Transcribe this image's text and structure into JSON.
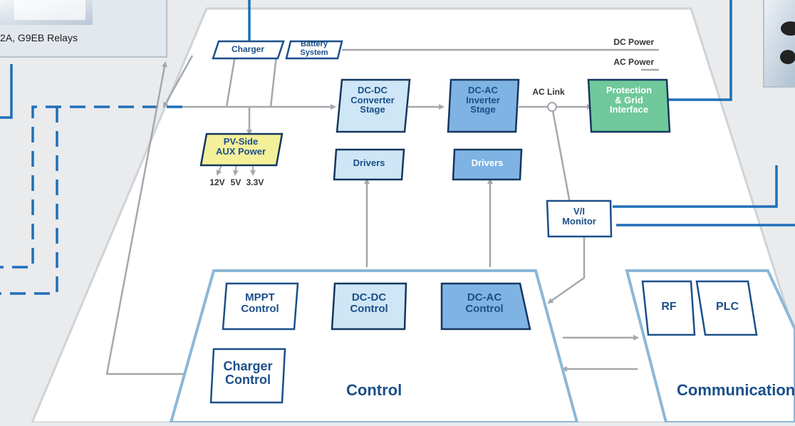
{
  "colors": {
    "blue_line": "#1e6fb8",
    "box_light": "#cfe6f6",
    "box_mid": "#7fb3e3",
    "box_green": "#6fc99a",
    "box_yellow": "#f4f09a",
    "arrow_gray": "#a3a8ad",
    "label_blue": "#1b4f8a"
  },
  "photo_caption": "2A, G9EB Relays",
  "labels": {
    "dc_power": "DC Power",
    "ac_power": "AC Power",
    "ac_link": "AC Link"
  },
  "blocks": {
    "charger": "Charger",
    "battery": "Battery\nSystem",
    "dcdc_stage": "DC-DC\nConverter\nStage",
    "dcac_stage": "DC-AC\nInverter\nStage",
    "protection": "Protection\n& Grid\nInterface",
    "pv_aux": "PV-Side\nAUX Power",
    "drivers_1": "Drivers",
    "drivers_2": "Drivers",
    "vi_monitor": "V/I\nMonitor",
    "mppt": "MPPT\nControl",
    "dcdc_ctrl": "DC-DC\nControl",
    "dcac_ctrl": "DC-AC\nControl",
    "charger_ctrl": "Charger\nControl",
    "rf": "RF",
    "plc": "PLC"
  },
  "voltages": [
    "12V",
    "5V",
    "3.3V"
  ],
  "groups": {
    "control": "Control",
    "communication": "Communication"
  }
}
